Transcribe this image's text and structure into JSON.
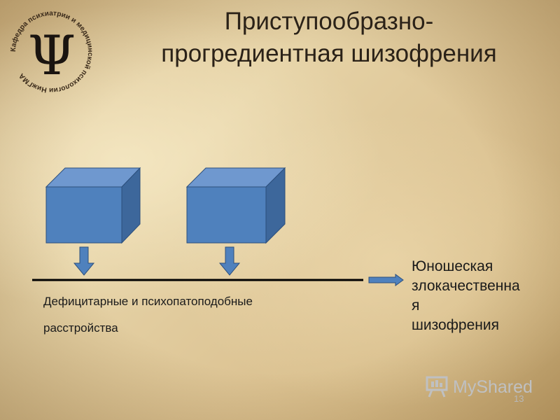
{
  "slide": {
    "title_line1": "Приступообразно-",
    "title_line2": "прогредиентная шизофрения",
    "logo": {
      "symbol": "Ψ",
      "ring_text": "Кафедра психиатрии и медицинской психологии НижГМА",
      "icon": "psi-seal-logo"
    },
    "left_label_line1": "Дефицитарные и психопатоподобные",
    "left_label_line2": "расстройства",
    "right_label_lines": [
      "Юношеская",
      "злокачественна",
      "я",
      "шизофрения"
    ],
    "watermark": "MyShared",
    "page_number": "13",
    "colors": {
      "cube_front": "#4f81bd",
      "cube_top": "#6f98cf",
      "cube_side": "#3d679b",
      "cube_stroke": "#2c4f7c",
      "line": "#000000",
      "text": "#1a1a1a"
    }
  }
}
